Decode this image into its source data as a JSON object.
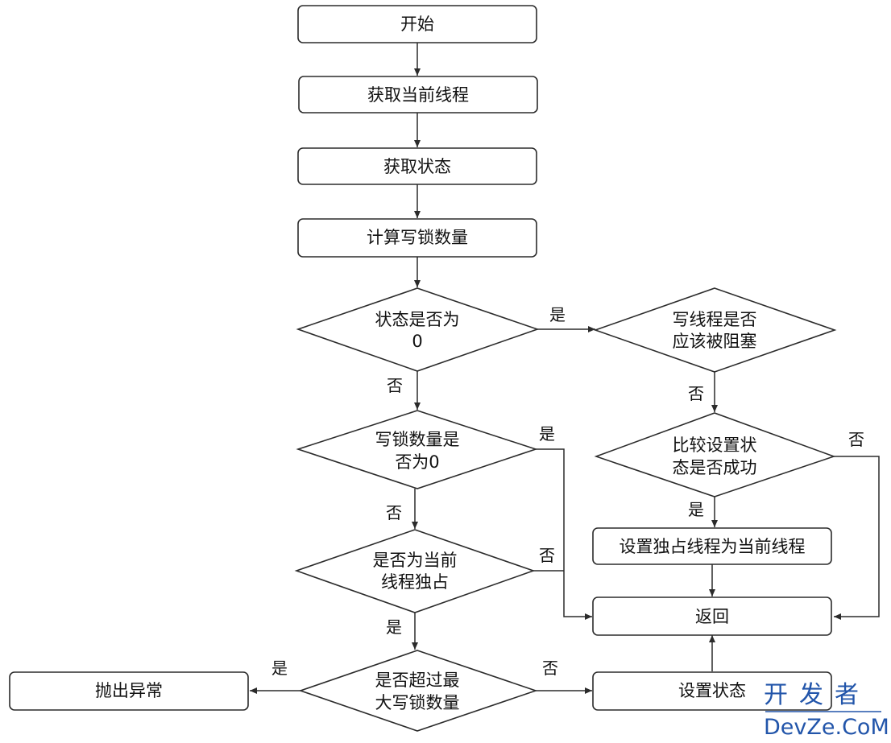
{
  "nodes": {
    "start": "开始",
    "get_thread": "获取当前线程",
    "get_state": "获取状态",
    "count_write_locks": "计算写锁数量",
    "state_is_zero": [
      "状态是否为",
      "0"
    ],
    "should_block": [
      "写线程是否",
      "应该被阻塞"
    ],
    "write_count_zero": [
      "写锁数量是",
      "否为0"
    ],
    "cas_success": [
      "比较设置状",
      "态是否成功"
    ],
    "is_owner": [
      "是否为当前",
      "线程独占"
    ],
    "set_exclusive_owner": "设置独占线程为当前线程",
    "return": "返回",
    "exceeds_max": [
      "是否超过最",
      "大写锁数量"
    ],
    "throw_exception": "抛出异常",
    "set_state": "设置状态"
  },
  "edge_labels": {
    "state_zero_yes": "是",
    "state_zero_no": "否",
    "block_no": "否",
    "write_zero_yes": "是",
    "write_zero_no": "否",
    "cas_no": "否",
    "cas_yes": "是",
    "owner_no": "否",
    "owner_yes": "是",
    "exceed_yes": "是",
    "exceed_no": "否"
  },
  "watermark": {
    "cn": "开发者",
    "en": "DevZe.CoM"
  }
}
